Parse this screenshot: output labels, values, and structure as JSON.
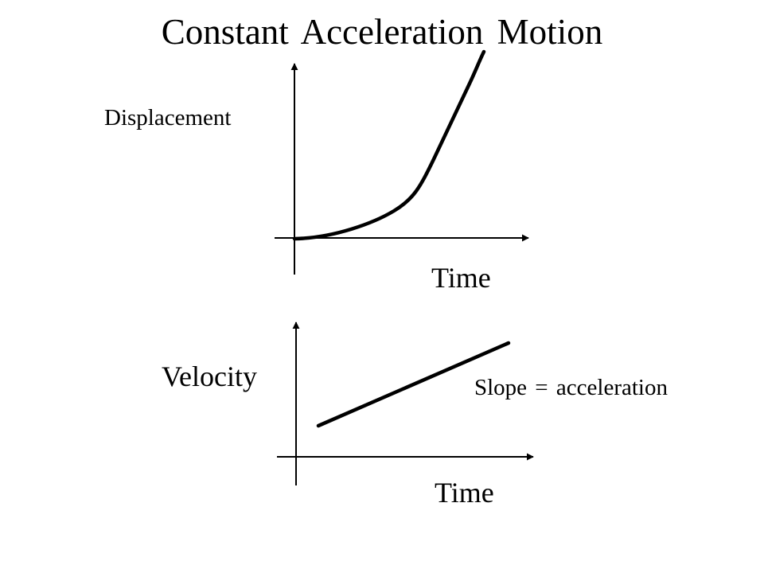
{
  "title": "Constant Acceleration Motion",
  "displacement_graph": {
    "y_label": "Displacement",
    "x_label": "Time",
    "curve": "parabola (increasing, concave up)"
  },
  "velocity_graph": {
    "y_label": "Velocity",
    "x_label": "Time",
    "line": "straight, increasing",
    "annotation": "Slope = acceleration"
  },
  "colors": {
    "background": "#ffffff",
    "ink": "#000000"
  }
}
